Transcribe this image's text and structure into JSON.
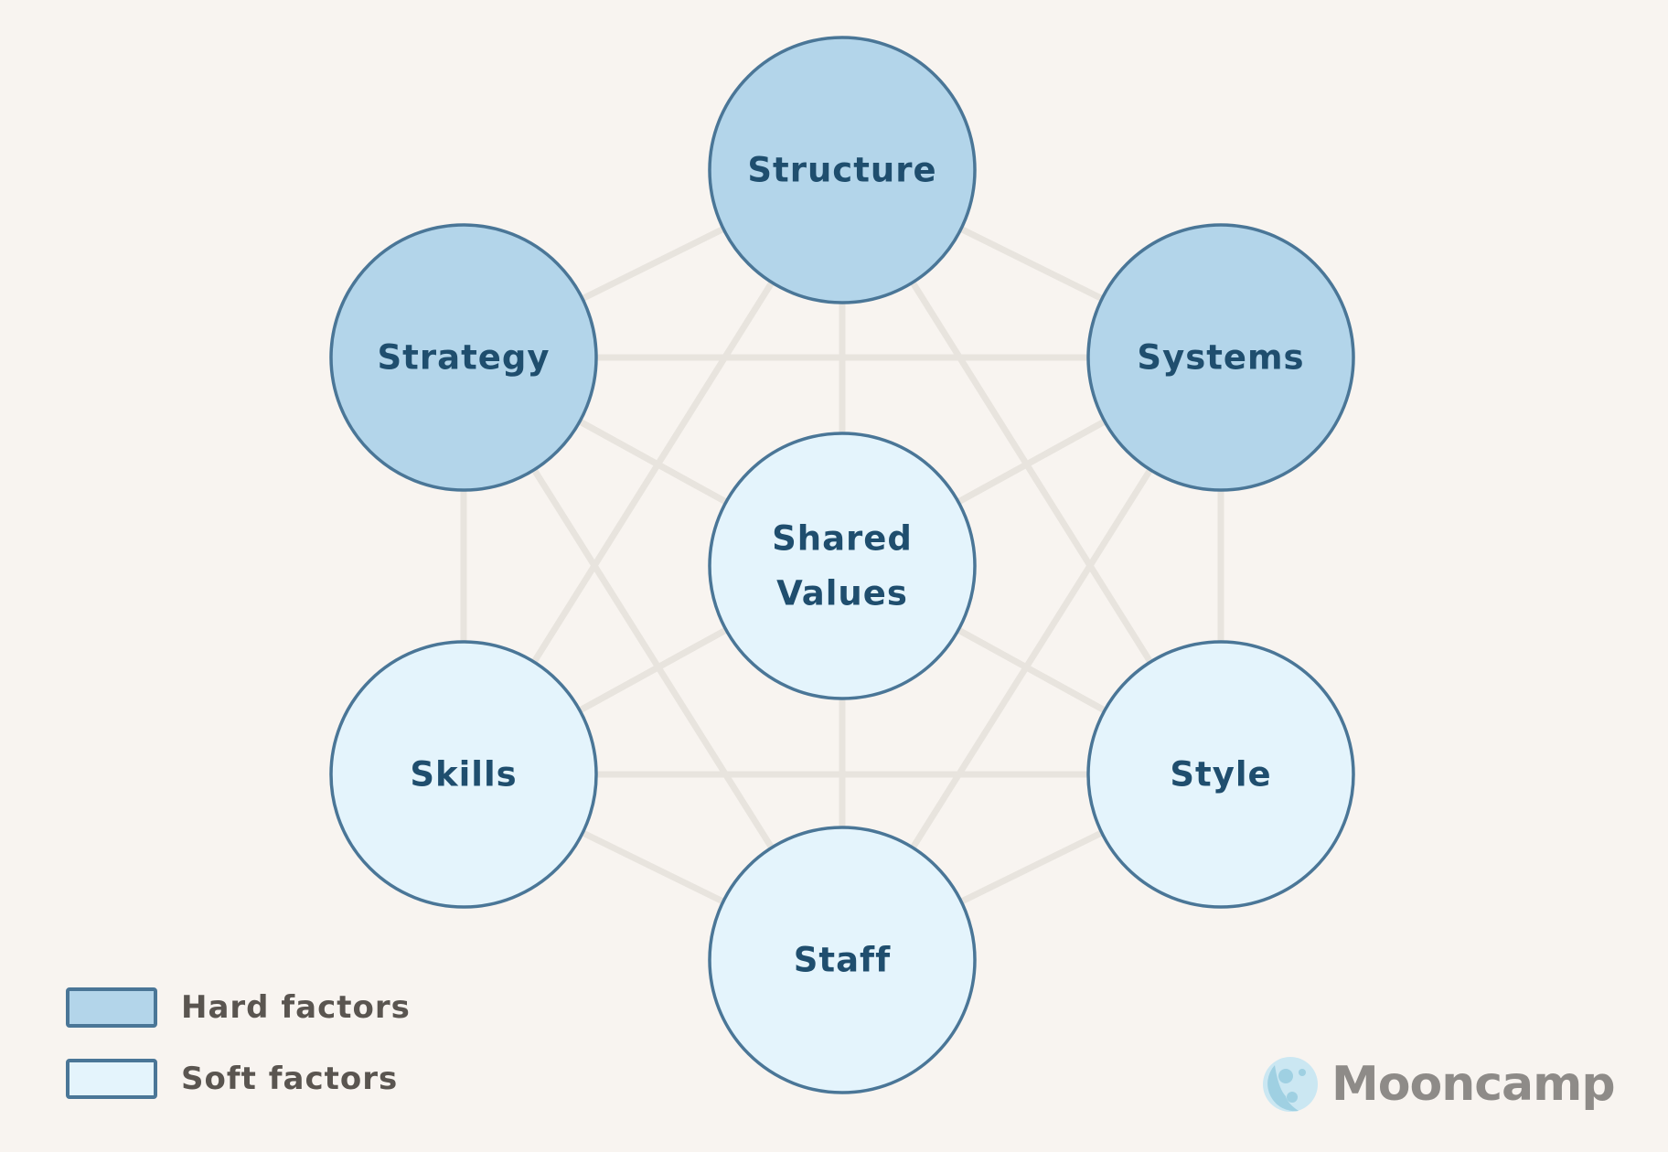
{
  "nodes": [
    {
      "id": "structure",
      "lines": [
        "Structure"
      ],
      "type": "hard"
    },
    {
      "id": "strategy",
      "lines": [
        "Strategy"
      ],
      "type": "hard"
    },
    {
      "id": "systems",
      "lines": [
        "Systems"
      ],
      "type": "hard"
    },
    {
      "id": "shared-values",
      "lines": [
        "Shared",
        "Values"
      ],
      "type": "soft"
    },
    {
      "id": "skills",
      "lines": [
        "Skills"
      ],
      "type": "soft"
    },
    {
      "id": "style",
      "lines": [
        "Style"
      ],
      "type": "soft"
    },
    {
      "id": "staff",
      "lines": [
        "Staff"
      ],
      "type": "soft"
    }
  ],
  "edges": "all-pairs",
  "colors": {
    "hard": "#b3d5ea",
    "soft": "#e4f4fc",
    "stroke": "#4a7697",
    "line": "#e8e4de",
    "text": "#1f4e6e",
    "background": "#f8f4f0"
  },
  "legend": {
    "hard_label": "Hard factors",
    "soft_label": "Soft factors"
  },
  "logo": {
    "text": "Mooncamp",
    "icon": "moon-icon"
  }
}
